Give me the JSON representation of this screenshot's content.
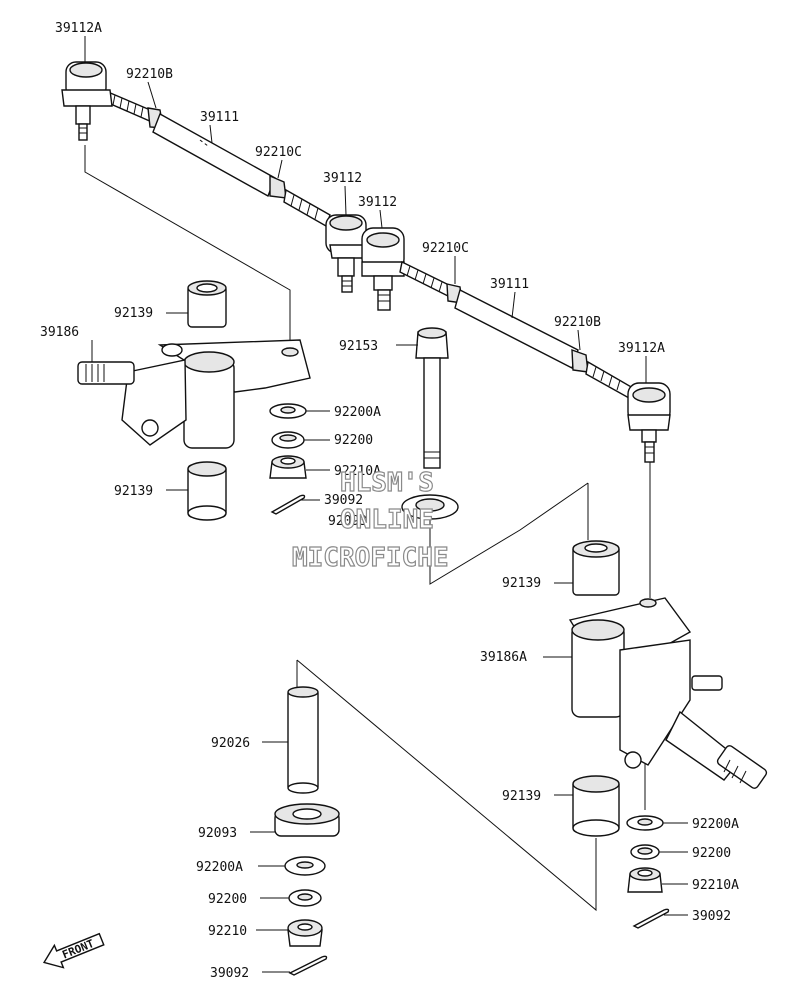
{
  "labels": {
    "l_39112A_top": "39112A",
    "l_92210B_top": "92210B",
    "l_39111_top": "39111",
    "l_92210C_top": "92210C",
    "l_39112_a": "39112",
    "l_39112_b": "39112",
    "l_92210C_right": "92210C",
    "l_39111_right": "39111",
    "l_92210B_right": "92210B",
    "l_39112A_right": "39112A",
    "l_92139_a": "92139",
    "l_39186": "39186",
    "l_92153": "92153",
    "l_92200A_a": "92200A",
    "l_92200_a": "92200",
    "l_92210A_a": "92210A",
    "l_92139_b": "92139",
    "l_39092_a": "39092",
    "l_92093_a": "92093",
    "l_92139_c": "92139",
    "l_39186A": "39186A",
    "l_92026": "92026",
    "l_92139_d": "92139",
    "l_92200A_b": "92200A",
    "l_92093_b": "92093",
    "l_92200_b": "92200",
    "l_92200A_c": "92200A",
    "l_92210A_b": "92210A",
    "l_92200_c": "92200",
    "l_92210": "92210",
    "l_39092_b": "39092",
    "l_39092_c": "39092"
  },
  "watermark": {
    "line1": "HLSM'S",
    "line2": "ONLINE",
    "line3": "MICROFICHE"
  },
  "front_marker": "FRONT"
}
